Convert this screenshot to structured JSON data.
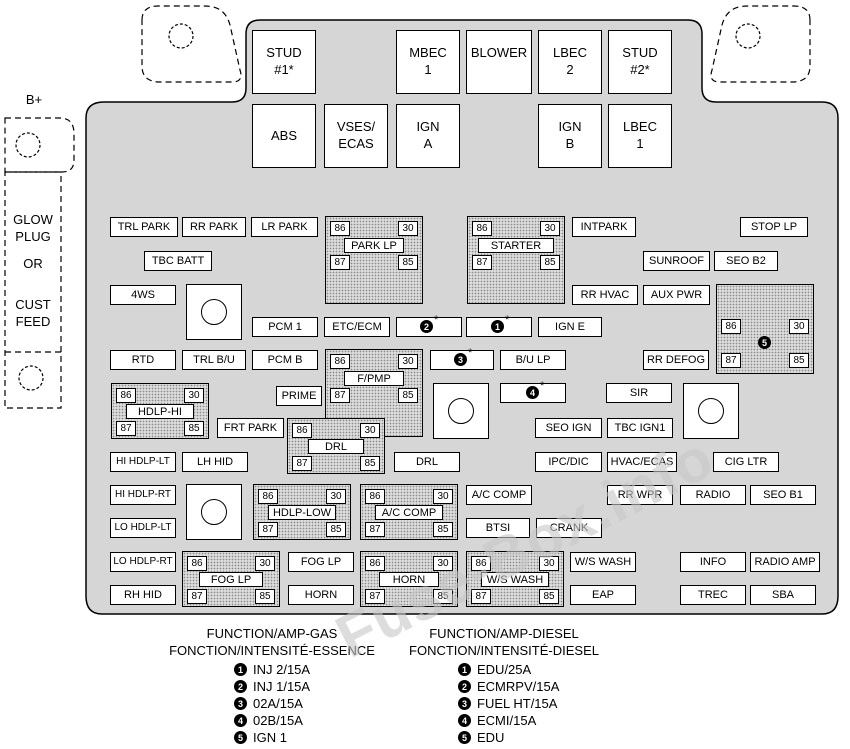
{
  "labels": {
    "bplus": "B+",
    "side": [
      "GLOW",
      "PLUG",
      "OR",
      "CUST",
      "FEED"
    ]
  },
  "maxi_fuses": [
    "STUD\n#1*",
    "MBEC\n1",
    "BLOWER",
    "LBEC\n2",
    "STUD\n#2*",
    "ABS",
    "VSES/\nECAS",
    "IGN\nA",
    "IGN\nB",
    "LBEC\n1"
  ],
  "mini_fuses": [
    "TRL PARK",
    "RR PARK",
    "LR PARK",
    "INTPARK",
    "STOP LP",
    "TBC BATT",
    "SUNROOF",
    "SEO B2",
    "4WS",
    "RR HVAC",
    "AUX PWR",
    "PCM 1",
    "ETC/ECM",
    "",
    "",
    "IGN E",
    "RTD",
    "TRL B/U",
    "PCM B",
    "",
    "B/U LP",
    "RR DEFOG",
    "PRIME",
    "",
    "SIR",
    "FRT PARK",
    "SEO IGN",
    "TBC IGN1",
    "HI HDLP-LT",
    "LH HID",
    "DRL",
    "IPC/DIC",
    "HVAC/ECAS",
    "CIG LTR",
    "HI HDLP-RT",
    "A/C COMP",
    "RR WPR",
    "RADIO",
    "SEO B1",
    "LO HDLP-LT",
    "BTSI",
    "CRANK",
    "LO HDLP-RT",
    "FOG LP",
    "W/S WASH",
    "INFO",
    "RADIO AMP",
    "RH HID",
    "HORN",
    "EAP",
    "TREC",
    "SBA"
  ],
  "relays": [
    {
      "label": "PARK LP",
      "pins": [
        "86",
        "30",
        "87",
        "85"
      ]
    },
    {
      "label": "STARTER",
      "pins": [
        "86",
        "30",
        "87",
        "85"
      ]
    },
    {
      "label": "F/PMP",
      "pins": [
        "86",
        "30",
        "87",
        "85"
      ]
    },
    {
      "label": "HDLP-HI",
      "pins": [
        "86",
        "30",
        "87",
        "85"
      ]
    },
    {
      "label": "DRL",
      "pins": [
        "86",
        "30",
        "87",
        "85"
      ]
    },
    {
      "label": "HDLP-LOW",
      "pins": [
        "86",
        "30",
        "87",
        "85"
      ]
    },
    {
      "label": "A/C COMP",
      "pins": [
        "86",
        "30",
        "87",
        "85"
      ]
    },
    {
      "label": "FOG LP",
      "pins": [
        "86",
        "30",
        "87",
        "85"
      ]
    },
    {
      "label": "HORN",
      "pins": [
        "86",
        "30",
        "87",
        "85"
      ]
    },
    {
      "label": "W/S WASH",
      "pins": [
        "86",
        "30",
        "87",
        "85"
      ]
    },
    {
      "label": "",
      "pins": [
        "86",
        "30",
        "87",
        "85"
      ]
    }
  ],
  "numbered_slots": [
    {
      "num": "2",
      "mark": "*"
    },
    {
      "num": "1",
      "mark": "*"
    },
    {
      "num": "3",
      "mark": "*"
    },
    {
      "num": "4",
      "mark": "*"
    },
    {
      "num": "5",
      "mark": ""
    }
  ],
  "legend": {
    "gas": {
      "title1": "FUNCTION/AMP-GAS",
      "title2": "FONCTION/INTENSITÉ-ESSENCE",
      "items": [
        {
          "num": "1",
          "text": "INJ 2/15A"
        },
        {
          "num": "2",
          "text": "INJ 1/15A"
        },
        {
          "num": "3",
          "text": "02A/15A"
        },
        {
          "num": "4",
          "text": "02B/15A"
        },
        {
          "num": "5",
          "text": "IGN 1"
        }
      ]
    },
    "diesel": {
      "title1": "FUNCTION/AMP-DIESEL",
      "title2": "FONCTION/INTENSITÉ-DIESEL",
      "items": [
        {
          "num": "1",
          "text": "EDU/25A"
        },
        {
          "num": "2",
          "text": "ECMRPV/15A"
        },
        {
          "num": "3",
          "text": "FUEL HT/15A"
        },
        {
          "num": "4",
          "text": "ECMI/15A"
        },
        {
          "num": "5",
          "text": "EDU"
        }
      ]
    }
  },
  "watermark": "Fuse-Box.info",
  "colors": {
    "housing": "#d6d6d6",
    "relay_fill": "#dcdcdc"
  }
}
